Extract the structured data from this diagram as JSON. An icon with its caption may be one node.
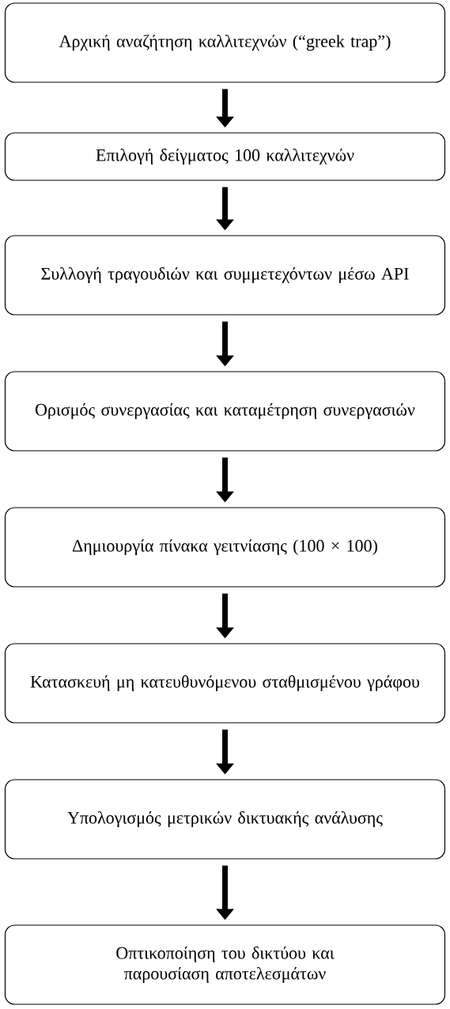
{
  "diagram": {
    "nodes": [
      {
        "text": [
          "Αρχική αναζήτηση καλλιτεχνών (“greek trap”)"
        ]
      },
      {
        "text": [
          "Επιλογή δείγματος 100 καλλιτεχνών"
        ]
      },
      {
        "text": [
          "Συλλογή τραγουδιών και συμμετεχόντων μέσω API"
        ]
      },
      {
        "text": [
          "Ορισμός συνεργασίας και καταμέτρηση συνεργασιών"
        ]
      },
      {
        "text": [
          "Δημιουργία πίνακα γειτνίασης (100 × 100)"
        ]
      },
      {
        "text": [
          "Κατασκευή μη κατευθυνόμενου σταθμισμένου γράφου"
        ]
      },
      {
        "text": [
          "Υπολογισμός μετρικών δικτυακής ανάλυσης"
        ]
      },
      {
        "text": [
          "Οπτικοποίηση του δικτύου και παρουσίαση αποτελεσμάτων"
        ]
      }
    ],
    "edges": [
      {
        "from": 0,
        "to": 1,
        "arrow": "to"
      },
      {
        "from": 1,
        "to": 2,
        "arrow": "to"
      },
      {
        "from": 2,
        "to": 3,
        "arrow": "to"
      },
      {
        "from": 3,
        "to": 4,
        "arrow": "to"
      },
      {
        "from": 4,
        "to": 5,
        "arrow": "to"
      },
      {
        "from": 5,
        "to": 6,
        "arrow": "to"
      },
      {
        "from": 6,
        "to": 7,
        "arrow": "to"
      }
    ]
  }
}
